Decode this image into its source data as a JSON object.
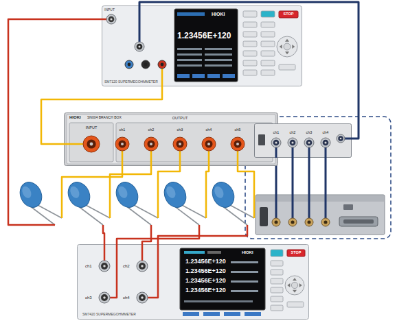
{
  "diagram": {
    "nodes": [
      {
        "text": [
          "INPUT",
          "SM7120 SUPERMEGOHMMETER",
          "HIOKI",
          "1.23456E+120",
          "STOP"
        ]
      },
      {
        "text": [
          "HIOKI",
          "SN004 BRANCH BOX",
          "INPUT",
          "OUTPUT",
          "ch1",
          "ch2",
          "ch3",
          "ch4",
          "ch5"
        ]
      },
      {
        "text": [
          "ch1",
          "ch2",
          "ch3",
          "ch4"
        ]
      },
      {
        "text": [
          "SM7420 SUPERMEGOHMMETER",
          "ch1",
          "ch2",
          "ch3",
          "ch4",
          "HIOKI",
          "1.23456E+120",
          "1.23456E+120",
          "1.23456E+120",
          "1.23456E+120",
          "STOP"
        ]
      }
    ],
    "edges": [
      {
        "from": 0,
        "to": 1,
        "arrow": "none"
      },
      {
        "from": 0,
        "to": 2,
        "arrow": "none"
      }
    ]
  }
}
